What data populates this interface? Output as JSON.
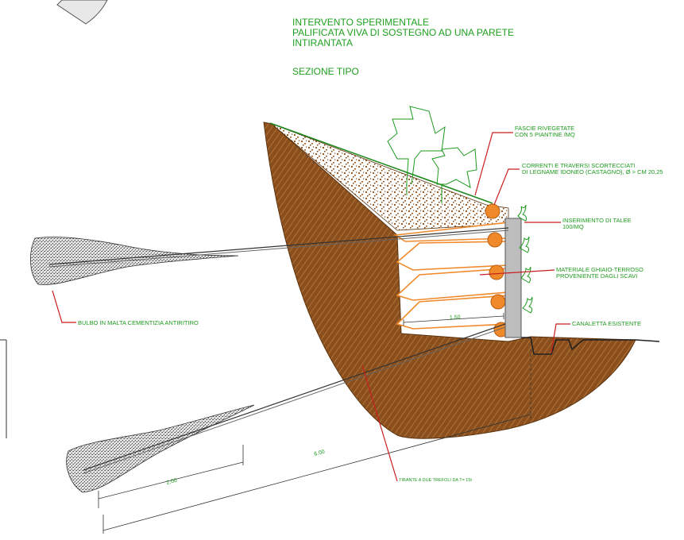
{
  "title": {
    "line1": "INTERVENTO SPERIMENTALE",
    "line2": "PALIFICATA VIVA DI SOSTEGNO AD UNA PARETE",
    "line3": "INTIRANTATA",
    "section": "SEZIONE TIPO"
  },
  "labels": {
    "fascie_1": "FASCIE RIVEGETATE",
    "fascie_2": "CON 5 PIANTINE /MQ",
    "correnti_1": "CORRENTI  E TRAVERSI SCORTECCIATI",
    "correnti_2": "DI LEGNAME IDONEO (CASTAGNO), Ø > CM 20,25",
    "talee_1": "INSERIMENTO DI TALEE",
    "talee_2": "100/MQ",
    "materiale_1": "MATERIALE GHIAIO-TERROSO",
    "materiale_2": "PROVENIENTE DAGLI SCAVI",
    "canaletta": "CANALETTA ESISTENTE",
    "bulbo": "BULBO IN MALTA CEMENTIZIA ANTIRITIRO",
    "tirante": "TIRANTE A DUE TREFOLI DA T= 15t"
  },
  "dimensions": {
    "d1": "1.50",
    "d2": "2.00",
    "d3": "6.00"
  },
  "colors": {
    "soil": "#8a4f1c",
    "soil_hatch": "#b57a3c",
    "gravel": "#a65a1e",
    "log": "#f0892a",
    "text_green": "#1e9a1e",
    "leader_red": "#c81e1e",
    "wall": "#bdbdbd"
  }
}
